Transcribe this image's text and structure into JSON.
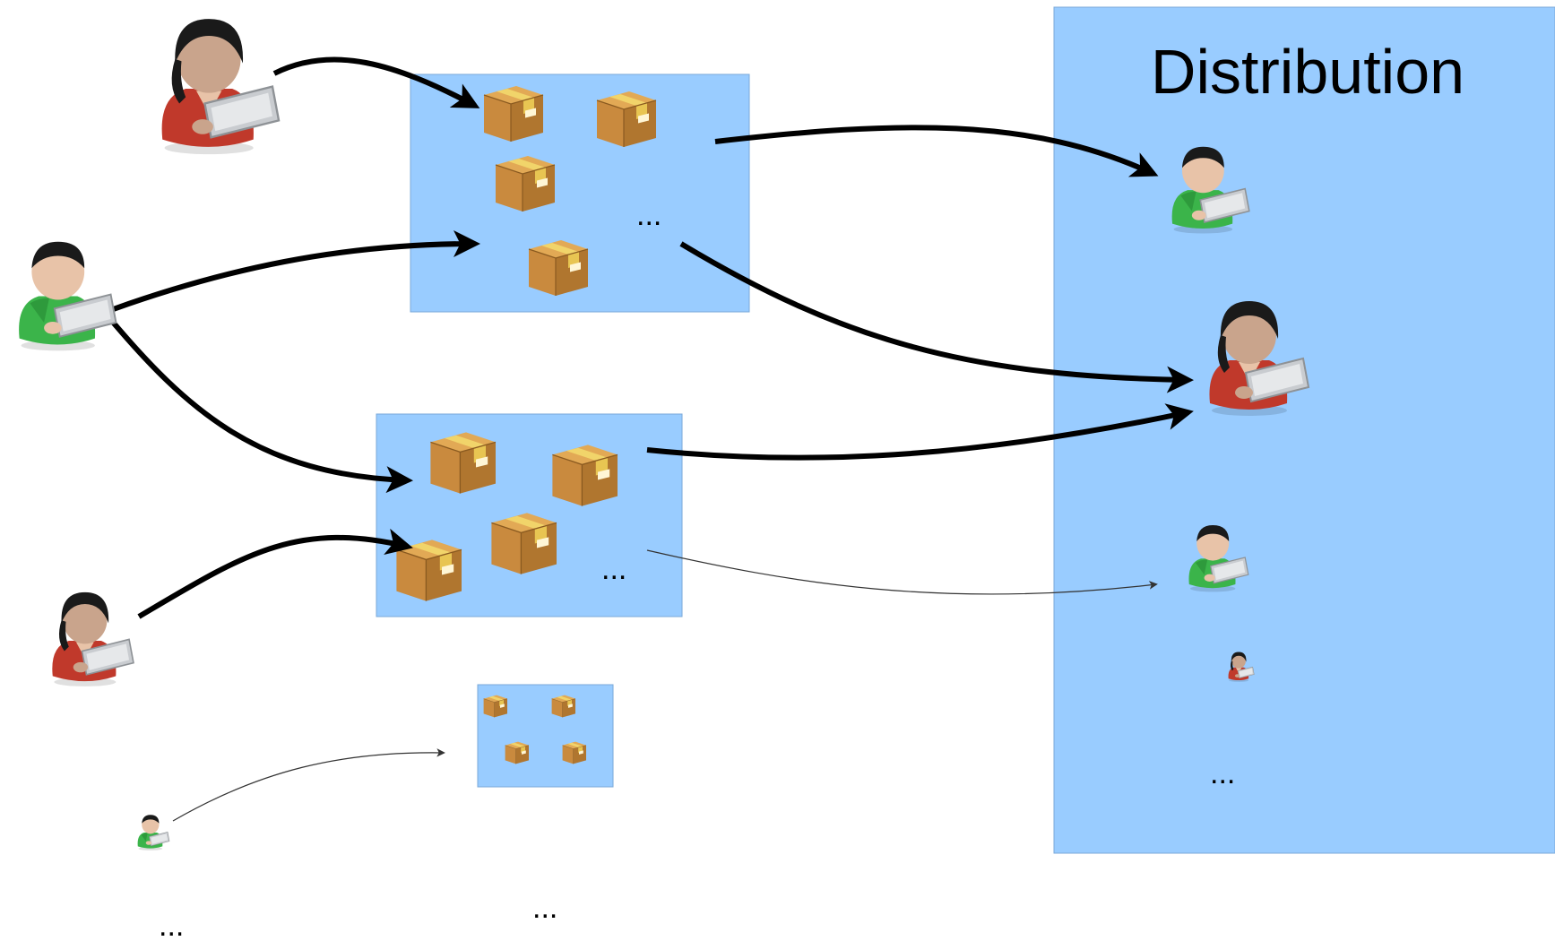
{
  "diagram": {
    "title": "Distribution",
    "ellipsis_text": "...",
    "colors": {
      "panel_fill": "#99CCFF",
      "panel_stroke": "#7AA8D8",
      "arrow": "#000000",
      "thin_arrow": "#555555",
      "box_main": "#C98A3E",
      "box_dark": "#9A6526",
      "box_tape": "#F1D46A",
      "shirt_green": "#3BB44A",
      "shirt_red": "#C0392B",
      "skin": "#C9A48C",
      "hair": "#1A1A1A",
      "laptop": "#C9CCD0"
    },
    "icons": {
      "user": "user-with-laptop-icon",
      "box": "cardboard-box-icon"
    },
    "groups": [
      {
        "name": "package-group-1",
        "box_count": 4
      },
      {
        "name": "package-group-2",
        "box_count": 4
      },
      {
        "name": "package-group-3",
        "box_count": 4
      }
    ],
    "contributors": [
      {
        "shirt": "red"
      },
      {
        "shirt": "green"
      },
      {
        "shirt": "red"
      },
      {
        "shirt": "green"
      }
    ],
    "recipients": [
      {
        "shirt": "green"
      },
      {
        "shirt": "red"
      },
      {
        "shirt": "green"
      },
      {
        "shirt": "red"
      }
    ]
  }
}
